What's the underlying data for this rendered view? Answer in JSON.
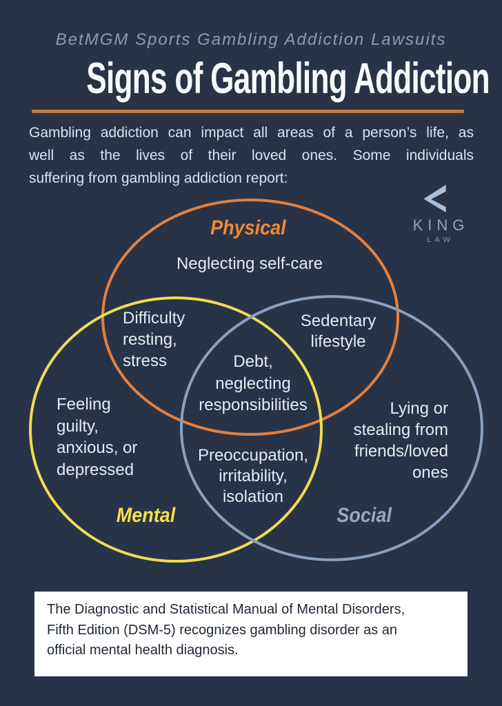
{
  "header": {
    "subtitle": "BetMGM Sports Gambling Addiction Lawsuits",
    "title": "Signs of Gambling Addiction"
  },
  "intro": {
    "lines": [
      "Gambling addiction can impact all areas of a person’s life, as",
      "well as the lives of their loved ones. Some individuals",
      "suffering from gambling addiction report:"
    ]
  },
  "logo": {
    "name": "King Law",
    "word_top": "KING",
    "word_bottom": "LAW"
  },
  "venn": {
    "sets": [
      {
        "id": "physical",
        "name": "Physical"
      },
      {
        "id": "mental",
        "name": "Mental"
      },
      {
        "id": "social",
        "name": "Social"
      }
    ],
    "regions": {
      "physical_only": [
        "Neglecting self-care"
      ],
      "physical_mental": [
        "Difficulty",
        "resting,",
        "stress"
      ],
      "physical_social": [
        "Sedentary",
        "lifestyle"
      ],
      "center": [
        "Debt,",
        "neglecting",
        "responsibilities"
      ],
      "mental_only": [
        "Feeling",
        "guilty,",
        "anxious, or",
        "depressed"
      ],
      "mental_social": [
        "Preoccupation,",
        "irritability,",
        "isolation"
      ],
      "social_only": [
        "Lying or",
        "stealing from",
        "friends/loved",
        "ones"
      ]
    }
  },
  "footnote": {
    "lines": [
      "The Diagnostic and Statistical Manual of Mental Disorders,",
      "Fifth Edition (DSM-5) recognizes gambling disorder as an",
      "official mental health diagnosis."
    ]
  },
  "colors": {
    "background": "#293347",
    "subtitle_text": "#8d9bb4",
    "title_text": "#f7f8fa",
    "underline": "#c57a45",
    "intro_text": "#dce2ec",
    "physical_stroke": "#e08142",
    "physical_label": "#ee8a3c",
    "mental_stroke": "#f0dc55",
    "mental_label": "#f6e04b",
    "social_stroke": "#8aa0bf",
    "social_label": "#95a8c4",
    "region_text": "#e5eaf2",
    "footnote_bg": "#ffffff",
    "footnote_text": "#1e2736",
    "logo_mark": "#a9c1dd",
    "logo_text": "#97a2b6"
  }
}
